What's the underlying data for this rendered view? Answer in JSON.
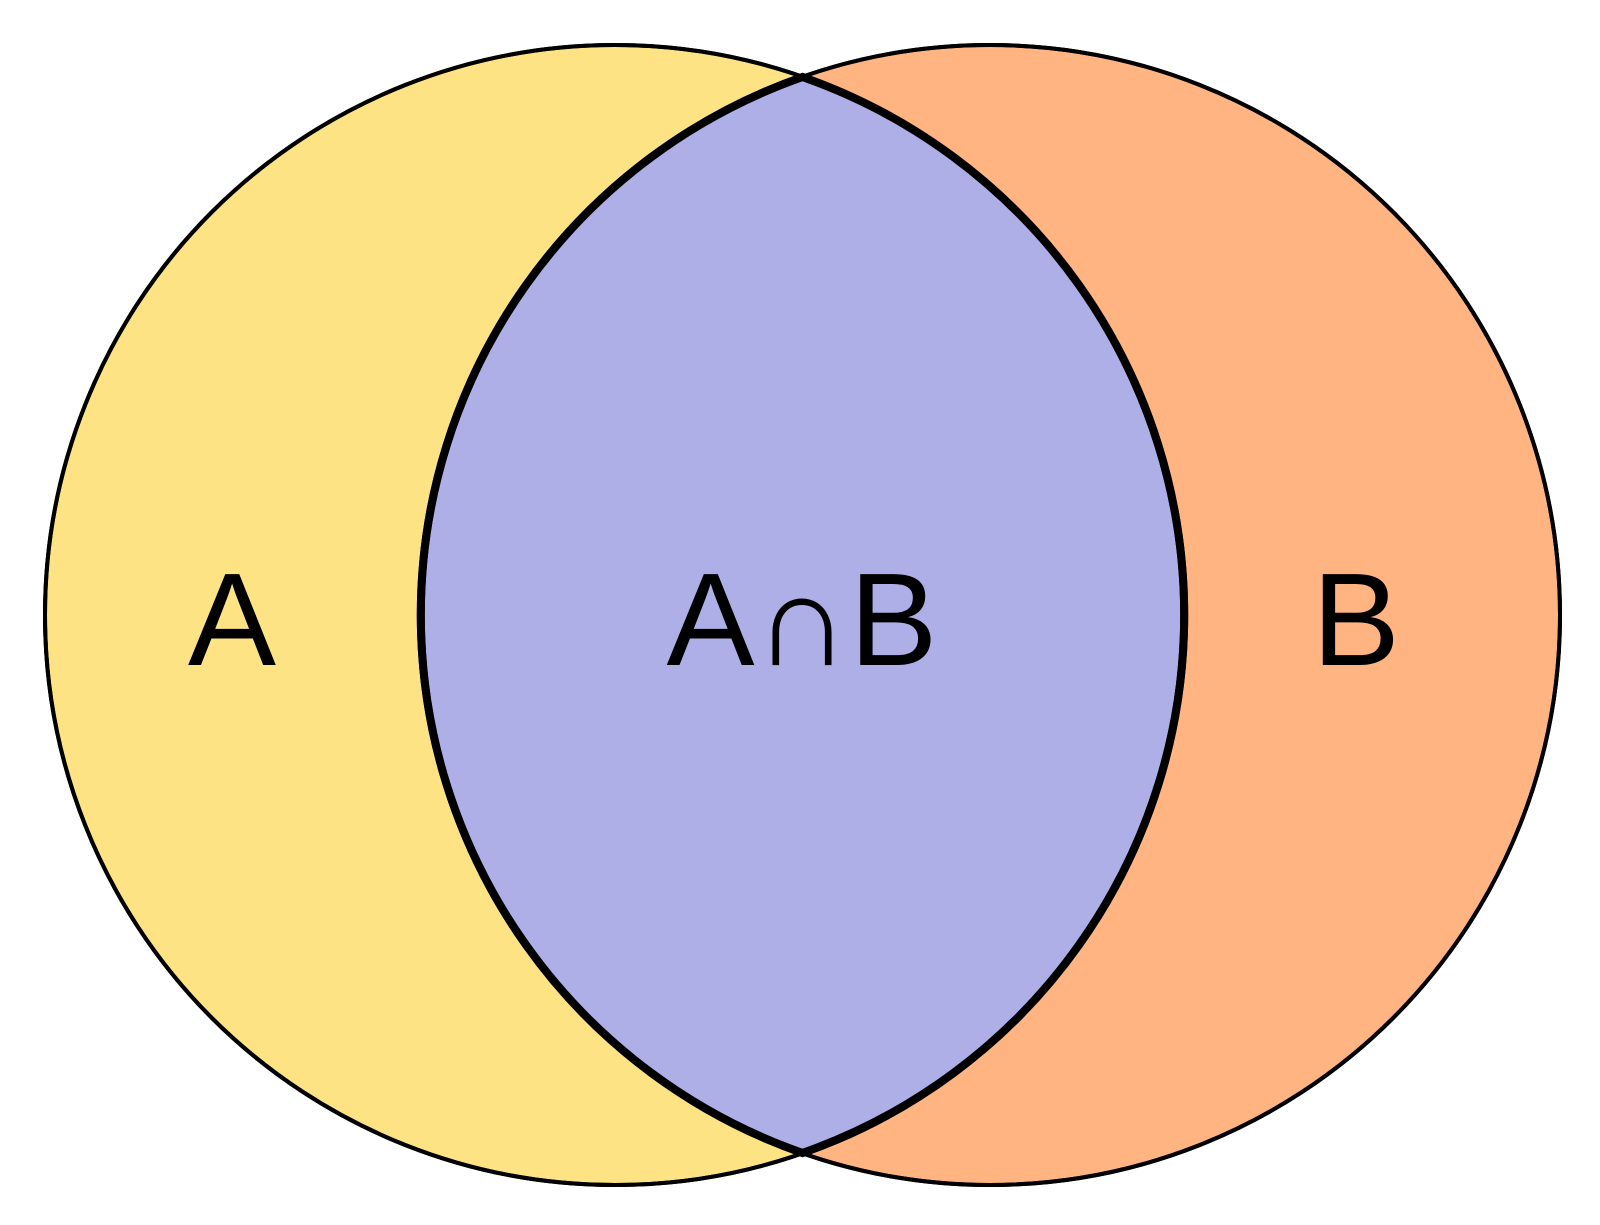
{
  "diagram": {
    "type": "venn",
    "sets": [
      {
        "id": "A",
        "label": "A",
        "color": "#FDE384"
      },
      {
        "id": "B",
        "label": "B",
        "color": "#FFB482"
      }
    ],
    "intersection": {
      "label": "A∩B",
      "color": "#AFAFE8"
    },
    "outline_color": "#000000"
  }
}
